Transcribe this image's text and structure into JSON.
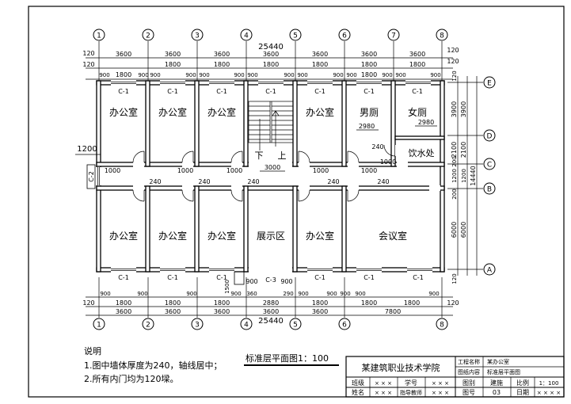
{
  "drawing": {
    "title": "标准层平面图1：100",
    "total_dimension": "25440",
    "side_total": "14440",
    "stair_down": "下",
    "stair_up": "上"
  },
  "axes": {
    "columns": [
      "1",
      "2",
      "3",
      "4",
      "5",
      "6",
      "7",
      "8"
    ],
    "rows": [
      "E",
      "D",
      "C",
      "B",
      "A"
    ]
  },
  "top_dims": {
    "row1": [
      "120",
      "3600",
      "3600",
      "3600",
      "3600",
      "3600",
      "3600",
      "3600",
      "120"
    ],
    "row2": [
      "120",
      "1800",
      "1800",
      "1800",
      "1800",
      "1800",
      "1800",
      "120"
    ],
    "row3": [
      "900",
      "1800",
      "900",
      "900",
      "900",
      "900",
      "900",
      "900",
      "900",
      "900",
      "900",
      "1800",
      "900",
      "900",
      "900",
      "900"
    ],
    "row3_last": "900"
  },
  "bottom_dims": {
    "row1": [
      "900",
      "1800",
      "900",
      "1800",
      "900",
      "1800",
      "900",
      "1800",
      "900",
      "360",
      "2880",
      "290",
      "900",
      "1800",
      "900",
      "1800",
      "900",
      "900"
    ],
    "row2": [
      "120",
      "3600",
      "3600",
      "3600",
      "3600",
      "3600",
      "7800",
      "120"
    ],
    "total": "25440"
  },
  "right_dims": {
    "outer": [
      "120",
      "3900",
      "2100",
      "200",
      "1200",
      "200",
      "6000",
      "120"
    ],
    "inner": [
      "3900",
      "2100",
      "1200",
      "6000"
    ]
  },
  "rooms": {
    "top": [
      "办公室",
      "办公室",
      "办公室",
      "男厕",
      "女厕"
    ],
    "top_right_office": "办公室",
    "bottom": [
      "办公室",
      "办公室",
      "办公室",
      "展示区",
      "办公室",
      "会议室"
    ],
    "water": "饮水处",
    "toilet_dim": "2980",
    "toilet_dim_2": "2980"
  },
  "labels": {
    "window_c1": "C-1",
    "window_c2": "C-2",
    "window_c3": "C-3",
    "door_1000": "1000",
    "corridor_240": "240",
    "door_3000": "3000",
    "left_1200": "1200",
    "stair_1500": "1500",
    "wall_900": "900"
  },
  "notes": {
    "heading": "说明",
    "line1": "1.图中墙体厚度为240，轴线居中；",
    "line2": "2.所有内门均为120墚。"
  },
  "title_block": {
    "school": "某建筑职业技术学院",
    "project_label": "工程名称",
    "project_value": "某办公室",
    "content_label": "图纸内容",
    "content_value": "标准层平面图",
    "class_label": "班级",
    "class_value": "× × ×",
    "student_no_label": "学号",
    "student_no_value": "× × ×",
    "drawing_type_label": "图别",
    "drawing_type_value": "建施",
    "scale_label": "比例",
    "scale_value": "1：100",
    "name_label": "姓名",
    "name_value": "× × ×",
    "teacher_label": "指导教师",
    "teacher_value": "× × ×",
    "sheet_label": "图号",
    "sheet_value": "03",
    "date_label": "日期",
    "date_value": "× × × ×"
  }
}
